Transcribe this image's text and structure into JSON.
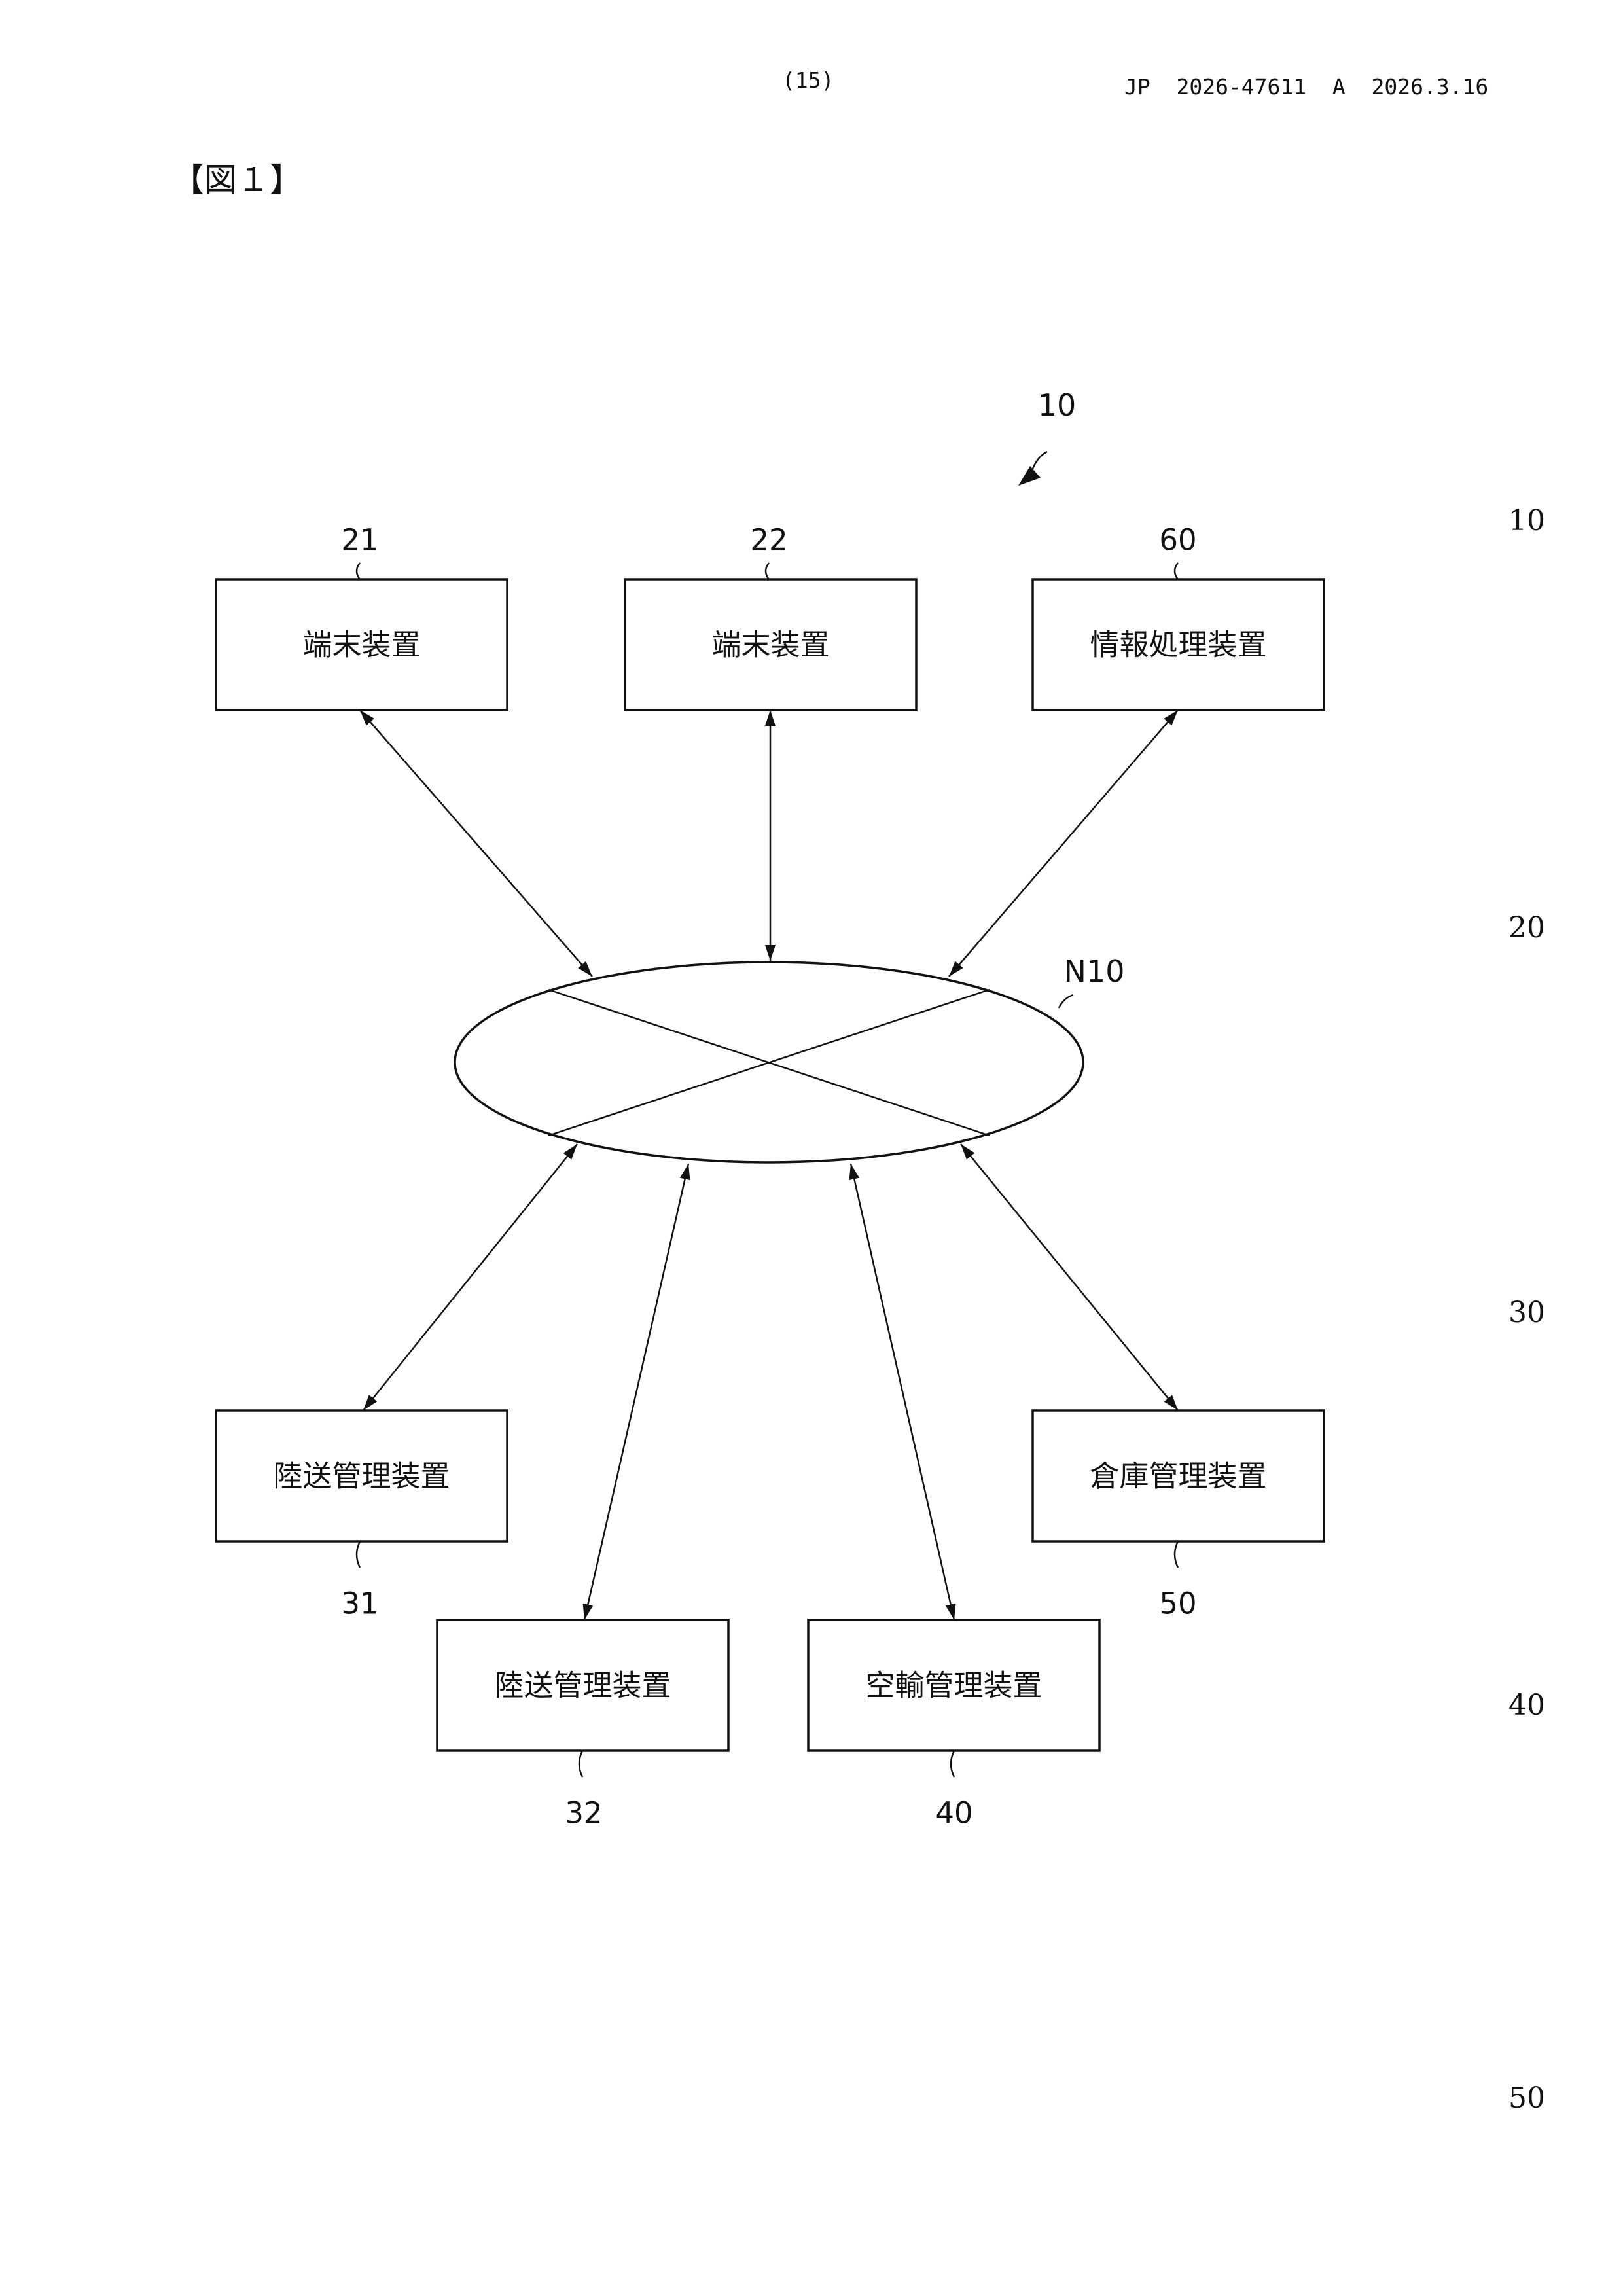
{
  "header": {
    "page_number": "(15)",
    "publication": "JP  2026-47611  A  2026.3.16"
  },
  "figure_title": "【図１】",
  "line_numbers": [
    "10",
    "20",
    "30",
    "40",
    "50"
  ],
  "diagram": {
    "system_ref": "10",
    "network": {
      "ref": "N10"
    },
    "nodes": [
      {
        "id": "terminal-21",
        "label": "端末装置",
        "ref": "21"
      },
      {
        "id": "terminal-22",
        "label": "端末装置",
        "ref": "22"
      },
      {
        "id": "info-60",
        "label": "情報処理装置",
        "ref": "60"
      },
      {
        "id": "land-31",
        "label": "陸送管理装置",
        "ref": "31"
      },
      {
        "id": "land-32",
        "label": "陸送管理装置",
        "ref": "32"
      },
      {
        "id": "air-40",
        "label": "空輸管理装置",
        "ref": "40"
      },
      {
        "id": "warehouse-50",
        "label": "倉庫管理装置",
        "ref": "50"
      }
    ],
    "edges": [
      {
        "from": "terminal-21",
        "to": "network",
        "direction": "both"
      },
      {
        "from": "terminal-22",
        "to": "network",
        "direction": "both"
      },
      {
        "from": "info-60",
        "to": "network",
        "direction": "both"
      },
      {
        "from": "land-31",
        "to": "network",
        "direction": "both"
      },
      {
        "from": "land-32",
        "to": "network",
        "direction": "both"
      },
      {
        "from": "air-40",
        "to": "network",
        "direction": "both"
      },
      {
        "from": "warehouse-50",
        "to": "network",
        "direction": "both"
      }
    ]
  }
}
